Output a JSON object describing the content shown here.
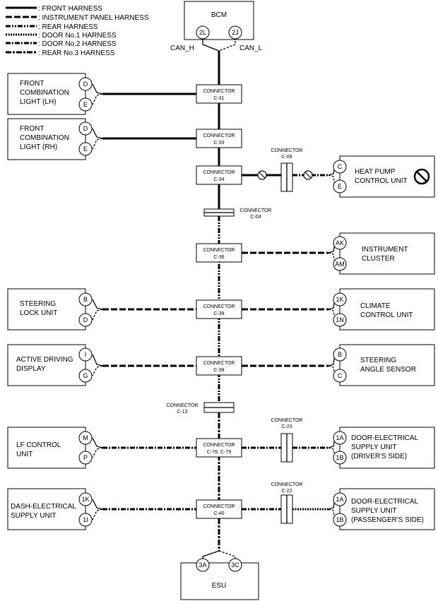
{
  "legend": [
    {
      "label": ": FRONT HARNESS",
      "style": "front"
    },
    {
      "label": ": INSTRUMENT PANEL HARNESS",
      "style": "ip"
    },
    {
      "label": ": REAR HARNESS",
      "style": "rear"
    },
    {
      "label": ": DOOR No.1 HARNESS",
      "style": "d1"
    },
    {
      "label": ": DOOR No.2 HARNESS",
      "style": "d2"
    },
    {
      "label": ": REAR No.3 HARNESS",
      "style": "d3"
    }
  ],
  "bcm": {
    "title": "BCM",
    "pin_h": "2L",
    "pin_l": "2J",
    "can_h": "CAN_H",
    "can_l": "CAN_L"
  },
  "esu": {
    "title": "ESU",
    "pin_a": "3A",
    "pin_b": "3C"
  },
  "connectors": {
    "c31": {
      "l1": "CONNECTOR",
      "l2": "C-31"
    },
    "c33": {
      "l1": "CONNECTOR",
      "l2": "C-33"
    },
    "c34": {
      "l1": "CONNECTOR",
      "l2": "C-34"
    },
    "c36": {
      "l1": "CONNECTOR",
      "l2": "C-36"
    },
    "c39": {
      "l1": "CONNECTOR",
      "l2": "C-39"
    },
    "c38": {
      "l1": "CONNECTOR",
      "l2": "C-38"
    },
    "c78": {
      "l1": "CONNECTOR",
      "l2": "C-78, C-79"
    },
    "c40": {
      "l1": "CONNECTOR",
      "l2": "C-40"
    },
    "c04": {
      "l1": "CONNECTOR",
      "l2": "C-04"
    },
    "c13": {
      "l1": "CONNECTOR",
      "l2": "C-13"
    },
    "c09": {
      "l1": "CONNECTOR",
      "l2": "C-09"
    },
    "c23": {
      "l1": "CONNECTOR",
      "l2": "C-23"
    },
    "c22": {
      "l1": "CONNECTOR",
      "l2": "C-22"
    }
  },
  "units": {
    "front_lh": {
      "lines": [
        "FRONT",
        "COMBINATION",
        "LIGHT (LH)"
      ],
      "pin1": "D",
      "pin2": "E"
    },
    "front_rh": {
      "lines": [
        "FRONT",
        "COMBINATION",
        "LIGHT (RH)"
      ],
      "pin1": "D",
      "pin2": "E"
    },
    "heat_pump": {
      "lines": [
        "HEAT PUMP",
        "CONTROL UNIT"
      ],
      "pin1": "C",
      "pin2": "E"
    },
    "instrument": {
      "lines": [
        "INSTRUMENT",
        "CLUSTER"
      ],
      "pin1": "AK",
      "pin2": "AM"
    },
    "steering_lock": {
      "lines": [
        "STEERING",
        "LOCK UNIT"
      ],
      "pin1": "B",
      "pin2": "D"
    },
    "climate": {
      "lines": [
        "CLIMATE",
        "CONTROL UNIT"
      ],
      "pin1": "1K",
      "pin2": "1N"
    },
    "adas_display": {
      "lines": [
        "ACTIVE DRIVING",
        "DISPLAY"
      ],
      "pin1": "I",
      "pin2": "G"
    },
    "steering_angle": {
      "lines": [
        "STEERING",
        "ANGLE SENSOR"
      ],
      "pin1": "B",
      "pin2": "C"
    },
    "lf_control": {
      "lines": [
        "LF CONTROL",
        "UNIT"
      ],
      "pin1": "M",
      "pin2": "P"
    },
    "door_driver": {
      "lines": [
        "DOOR-ELECTRICAL",
        "SUPPLY UNIT",
        "(DRIVER'S SIDE)"
      ],
      "pin1": "1A",
      "pin2": "1B"
    },
    "dash_supply": {
      "lines": [
        "DASH-ELECTRICAL",
        "SUPPLY UNIT"
      ],
      "pin1": "1K",
      "pin2": "1I"
    },
    "door_passenger": {
      "lines": [
        "DOOR-ELECTRICAL",
        "SUPPLY UNIT",
        "(PASSENGER'S SIDE)"
      ],
      "pin1": "1A",
      "pin2": "1B"
    }
  }
}
